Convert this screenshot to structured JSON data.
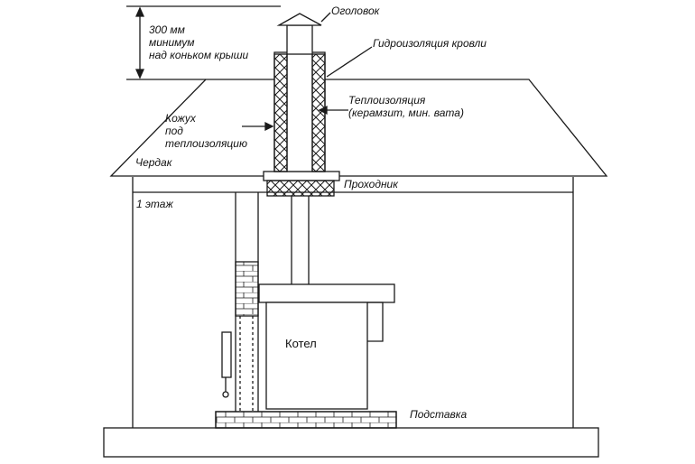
{
  "labels": {
    "ogolovok": "Оголовок",
    "height_line1": "300 мм",
    "height_line2": "минимум",
    "height_line3": "над коньком крыши",
    "gidro": "Гидроизоляция кровли",
    "teplo_line1": "Теплоизоляция",
    "teplo_line2": "(керамзит, мин. вата)",
    "kozhuh_line1": "Кожух",
    "kozhuh_line2": "под",
    "kozhuh_line3": "теплоизоляцию",
    "cherdak": "Чердак",
    "prohodnik": "Проходник",
    "etazh": "1 этаж",
    "kotel": "Котел",
    "podstavka": "Подставка"
  },
  "colors": {
    "line": "#1a1a1a",
    "background": "#ffffff"
  }
}
